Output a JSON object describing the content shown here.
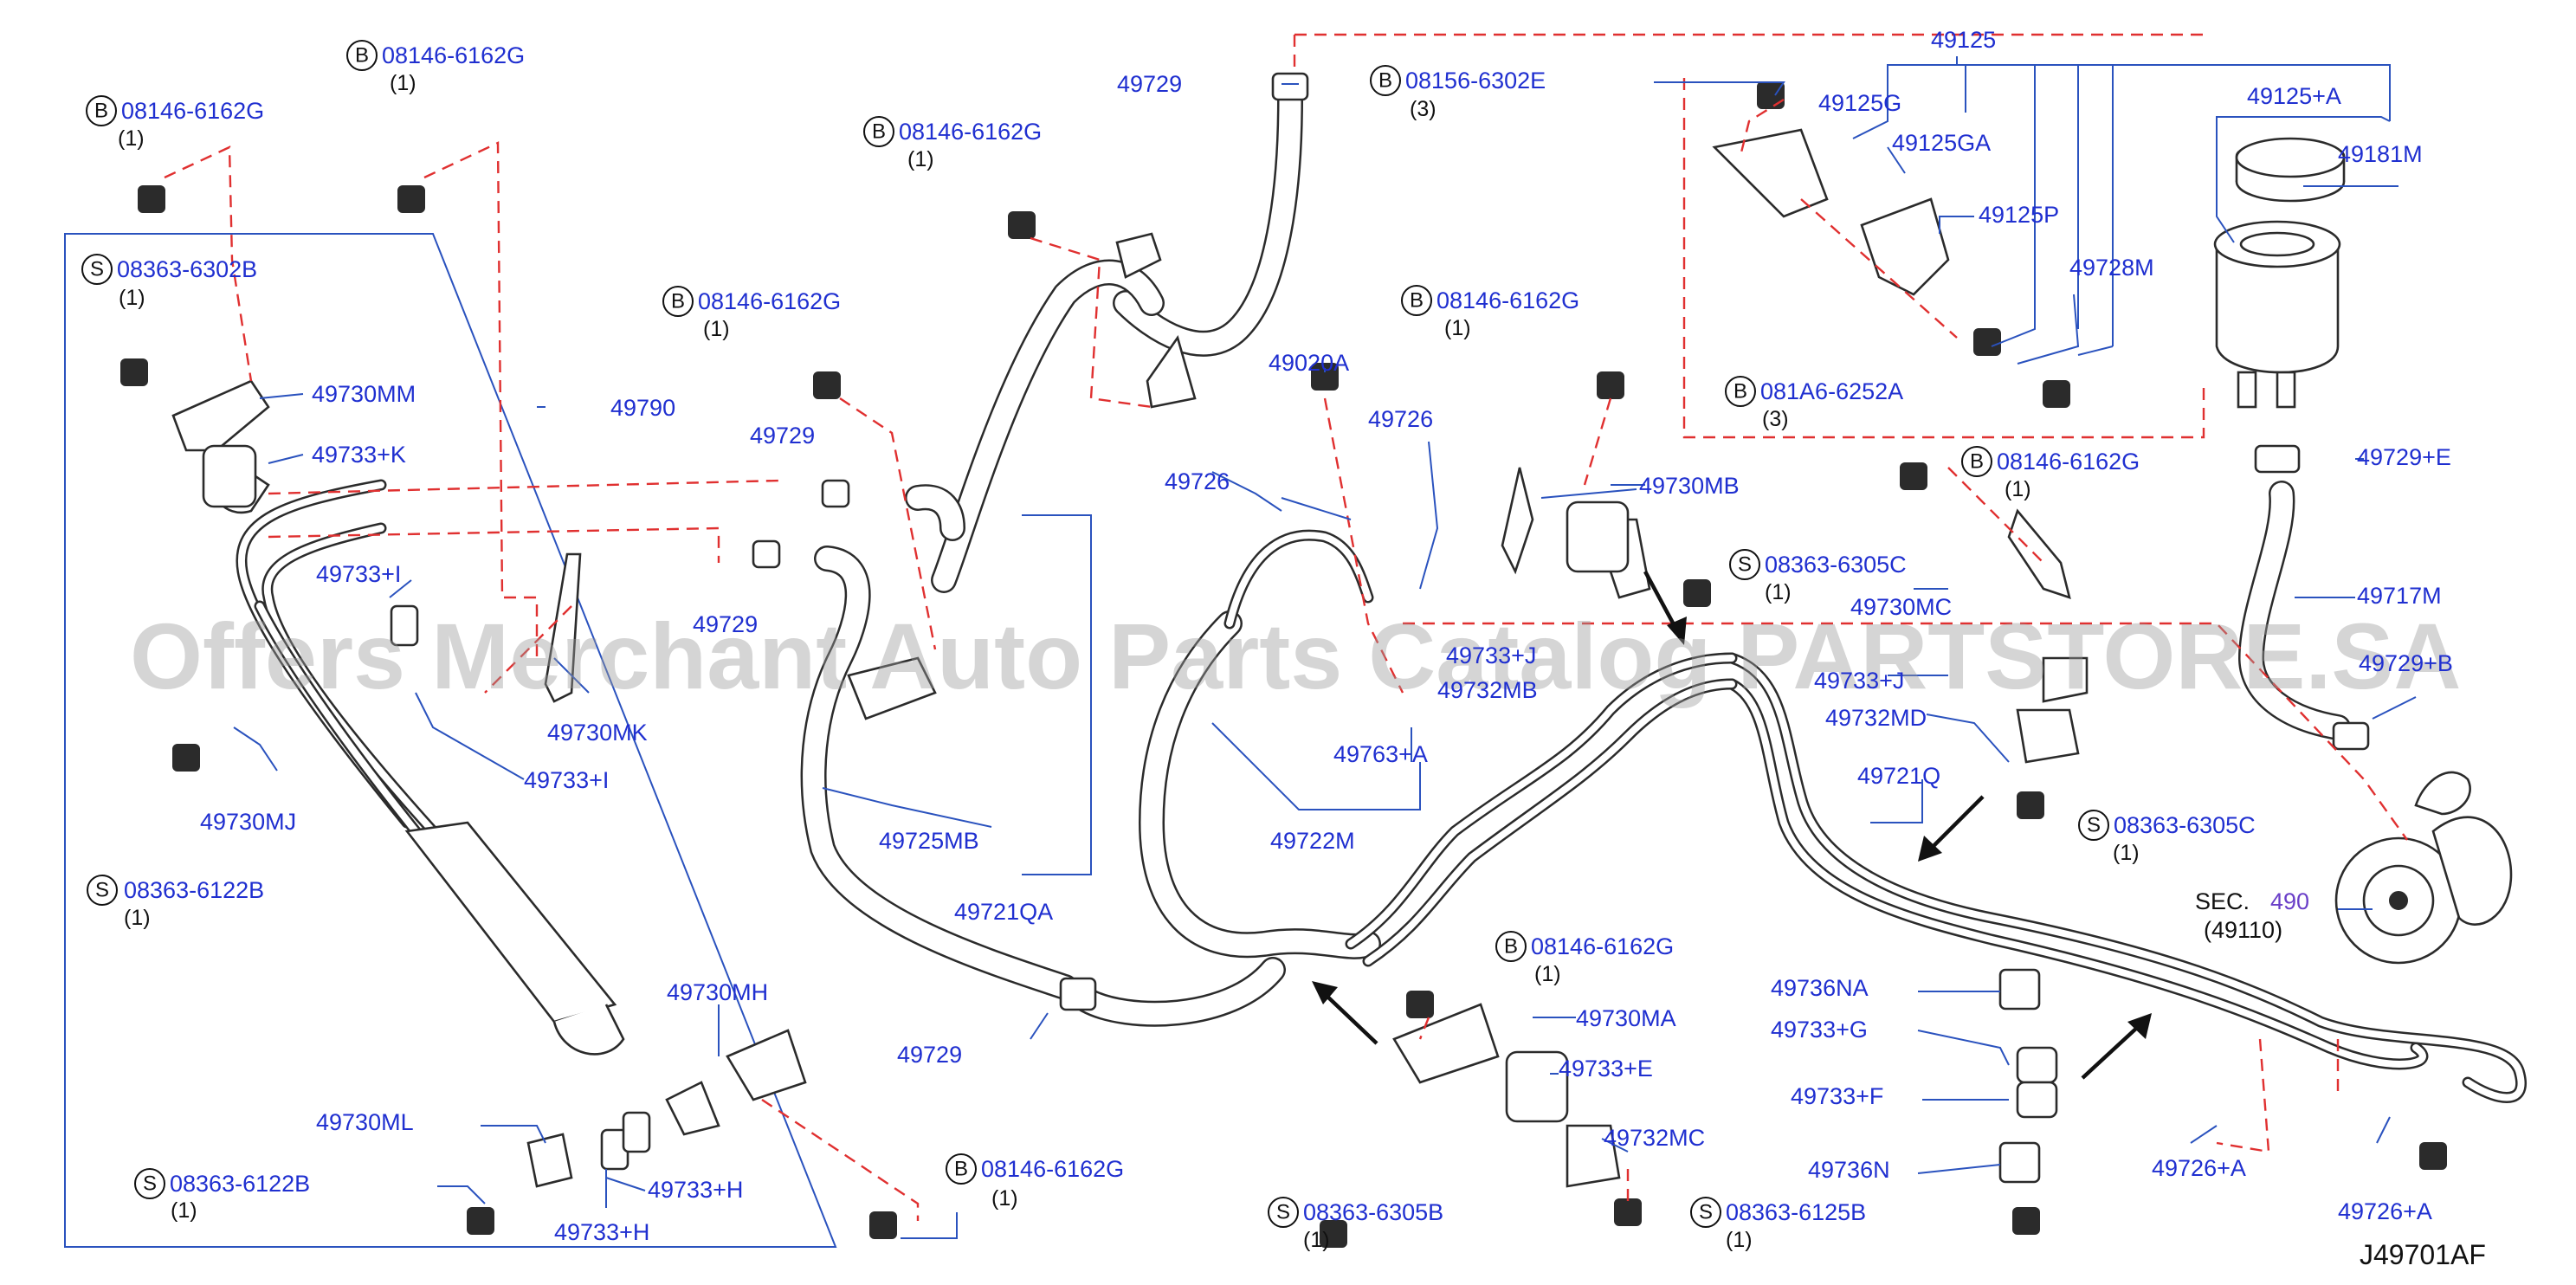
{
  "watermark": "Offers Merchant Auto Parts Catalog PARTSTORE.SA",
  "diagram_id": "J49701AF",
  "section": {
    "prefix": "SEC.",
    "number": "490",
    "subref": "(49110)"
  },
  "parts": {
    "p49125": "49125",
    "p49125A": "49125+A",
    "p49125G": "49125G",
    "p49125GA": "49125GA",
    "p49125P": "49125P",
    "p49181M": "49181M",
    "p49728M": "49728M",
    "p49729_top": "49729",
    "p49729_mid": "49729",
    "p49729_lower": "49729",
    "p49729_bottom": "49729",
    "p49729E": "49729+E",
    "p49729B_partial": "49729+B",
    "p49717M": "49717M",
    "p49790": "49790",
    "p49730MM": "49730MM",
    "p49733K": "49733+K",
    "p49733I_a": "49733+I",
    "p49733I_b": "49733+I",
    "p49730MK": "49730MK",
    "p49730MJ": "49730MJ",
    "p49730MH": "49730MH",
    "p49730ML": "49730ML",
    "p49733H_a": "49733+H",
    "p49733H_b": "49733+H",
    "p49725MB": "49725MB",
    "p49721QA": "49721QA",
    "p49020A": "49020A",
    "p49726_a": "49726",
    "p49726_b": "49726",
    "p49730MB": "49730MB",
    "p49763A": "49763+A",
    "p49722M": "49722M",
    "p49730MC": "49730MC",
    "p49732MD": "49732MD",
    "p49721Q": "49721Q",
    "p49730MA": "49730MA",
    "p49733E": "49733+E",
    "p49732MC": "49732MC",
    "p49736NA": "49736NA",
    "p49733G": "49733+G",
    "p49733F": "49733+F",
    "p49736N": "49736N",
    "p49726A_a": "49726+A",
    "p49726A_b": "49726+A",
    "p4973x_partial": "49733+J",
    "p4973xx_partial": "49732MB",
    "p4973y_partial": "49733+J"
  },
  "bolts": {
    "b1": {
      "letter": "B",
      "code": "08146-6162G",
      "qty": "(1)"
    },
    "b2": {
      "letter": "B",
      "code": "08146-6162G",
      "qty": "(1)"
    },
    "b3": {
      "letter": "B",
      "code": "08146-6162G",
      "qty": "(1)"
    },
    "b4": {
      "letter": "B",
      "code": "08146-6162G",
      "qty": "(1)"
    },
    "b5": {
      "letter": "B",
      "code": "08156-6302E",
      "qty": "(3)"
    },
    "b6": {
      "letter": "B",
      "code": "08146-6162G",
      "qty": "(1)"
    },
    "b7": {
      "letter": "B",
      "code": "081A6-6252A",
      "qty": "(3)"
    },
    "b8": {
      "letter": "B",
      "code": "08146-6162G",
      "qty": "(1)"
    },
    "b9": {
      "letter": "B",
      "code": "08146-6162G",
      "qty": "(1)"
    },
    "b10": {
      "letter": "B",
      "code": "08146-6162G",
      "qty": "(1)"
    },
    "s1": {
      "letter": "S",
      "code": "08363-6302B",
      "qty": "(1)"
    },
    "s2": {
      "letter": "S",
      "code": "08363-6122B",
      "qty": "(1)"
    },
    "s3": {
      "letter": "S",
      "code": "08363-6122B",
      "qty": "(1)"
    },
    "s4": {
      "letter": "S",
      "code": "08363-6305C",
      "qty": "(1)"
    },
    "s5": {
      "letter": "S",
      "code": "08363-6305C",
      "qty": "(1)"
    },
    "s6": {
      "letter": "S",
      "code": "08363-6305B",
      "qty": "(1)"
    },
    "s7": {
      "letter": "S",
      "code": "08363-6125B",
      "qty": "(1)"
    }
  },
  "colors": {
    "label": "#1f2fd0",
    "leader": "#2a52be",
    "hidden_line": "#e03030",
    "linework": "#2b2b2b"
  }
}
